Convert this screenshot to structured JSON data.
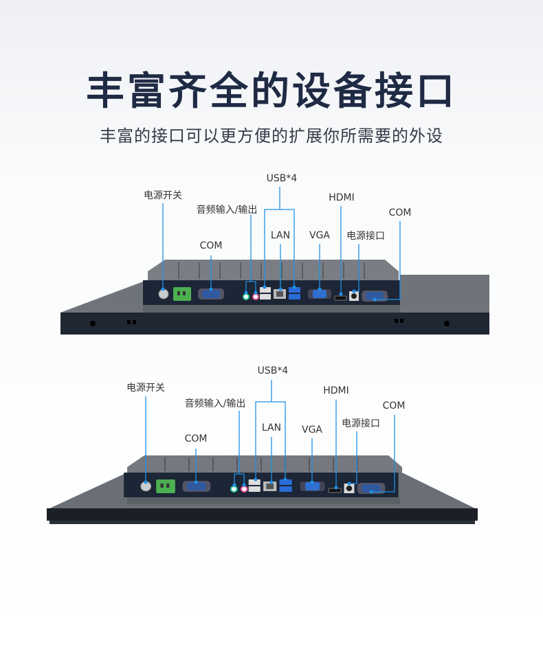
{
  "header": {
    "title": "丰富齐全的设备接口",
    "subtitle": "丰富的接口可以更方便的扩展你所需要的外设"
  },
  "devices": [
    {
      "labels": {
        "power_switch": "电源开关",
        "com_left": "COM",
        "audio": "音频输入/输出",
        "usb": "USB*4",
        "lan": "LAN",
        "vga": "VGA",
        "hdmi": "HDMI",
        "dc_power": "电源接口",
        "com_right": "COM"
      }
    },
    {
      "labels": {
        "power_switch": "电源开关",
        "com_left": "COM",
        "audio": "音频输入/输出",
        "usb": "USB*4",
        "lan": "LAN",
        "vga": "VGA",
        "hdmi": "HDMI",
        "dc_power": "电源接口",
        "com_right": "COM"
      }
    }
  ],
  "colors": {
    "callout": "#1e90e8",
    "title": "#1f2a44"
  }
}
